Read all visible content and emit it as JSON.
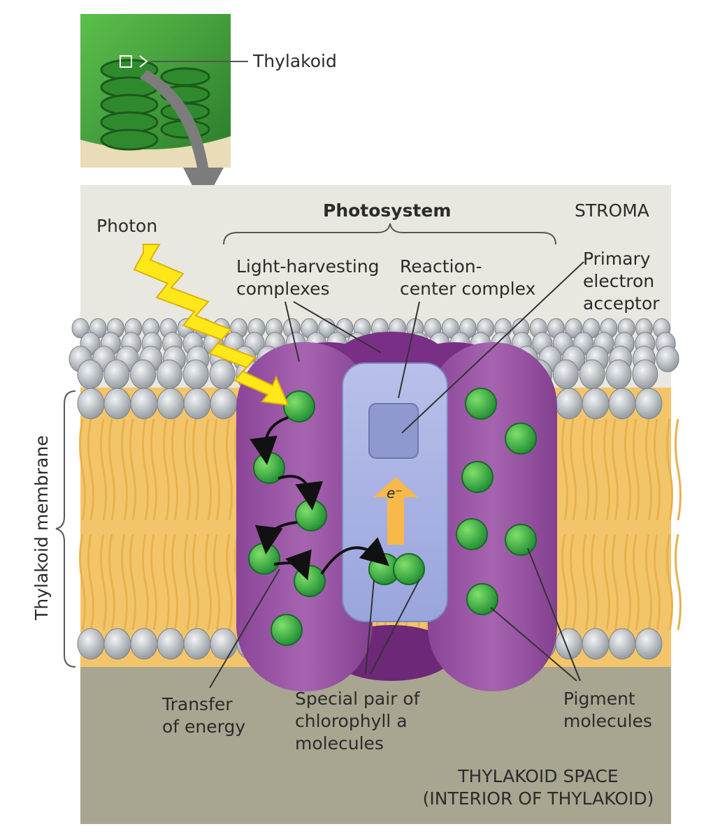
{
  "labels": {
    "thylakoid": "Thylakoid",
    "photon": "Photon",
    "photosystem": "Photosystem",
    "stroma": "STROMA",
    "light_harvesting": "Light-harvesting\ncomplexes",
    "reaction_center": "Reaction-\ncenter complex",
    "primary_acceptor": "Primary\nelectron\nacceptor",
    "thylakoid_membrane": "Thylakoid membrane",
    "electron": "e⁻",
    "transfer_of_energy": "Transfer\nof energy",
    "special_pair": "Special pair of\nchlorophyll a\nmolecules",
    "pigment_molecules": "Pigment\nmolecules",
    "thylakoid_space": "THYLAKOID SPACE\n(INTERIOR OF THYLAKOID)"
  },
  "colors": {
    "stroma": "#e8e8e0",
    "thylakoid_space": "#a8a690",
    "lipid_head": "#a9aeb3",
    "lipid_tail": "#f3c56a",
    "protein_purple": "#9b5aa6",
    "protein_dark": "#7a2f86",
    "reaction_center": "#a9b3e3",
    "pigment_green": "#3cb34a",
    "photon_yellow": "#ffe81a",
    "chloroplast_green": "#3e9b3a"
  }
}
